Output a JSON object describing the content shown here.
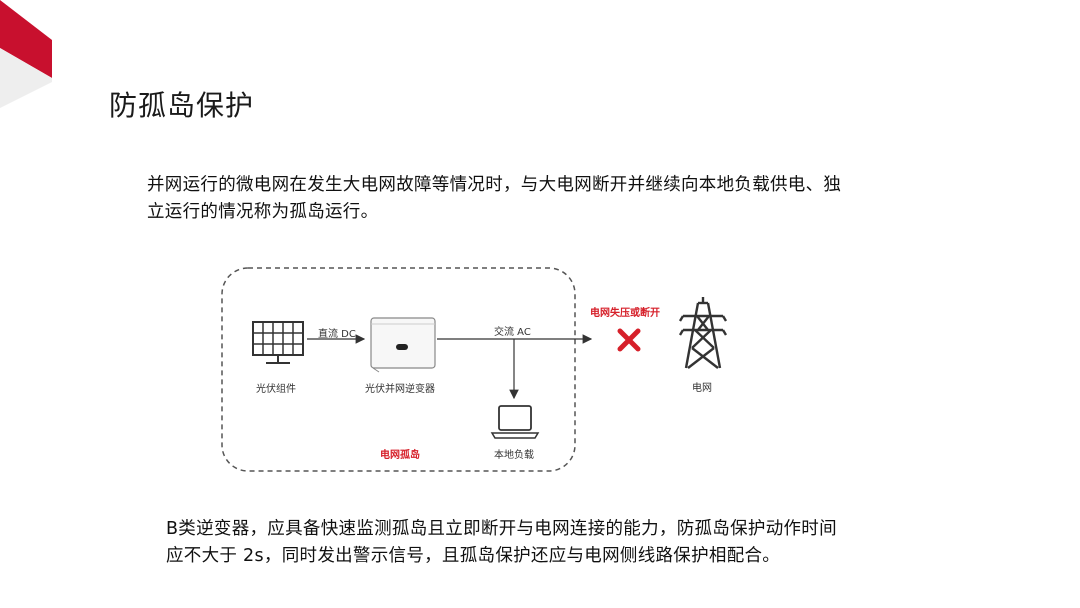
{
  "title": "防孤岛保护",
  "para1_lines": [
    "并网运行的微电网在发生大电网故障等情况时，与大电网断开并继续向本地负载供电、独",
    "立运行的情况称为孤岛运行。"
  ],
  "diagram": {
    "pv_label": "光伏组件",
    "dc_label": "直流 DC",
    "inverter_label": "光伏并网逆变器",
    "ac_label": "交流 AC",
    "fault_label": "电网失压或断开",
    "grid_label": "电网",
    "load_label": "本地负载",
    "island_label": "电网孤岛",
    "colors": {
      "accent_red": "#d6202a",
      "line": "#444444",
      "dash": "#555555"
    }
  },
  "para2_lines": [
    "B类逆变器，应具备快速监测孤岛且立即断开与电网连接的能力，防孤岛保护动作时间",
    "应不大于 2s，同时发出警示信号，且孤岛保护还应与电网侧线路保护相配合。"
  ]
}
